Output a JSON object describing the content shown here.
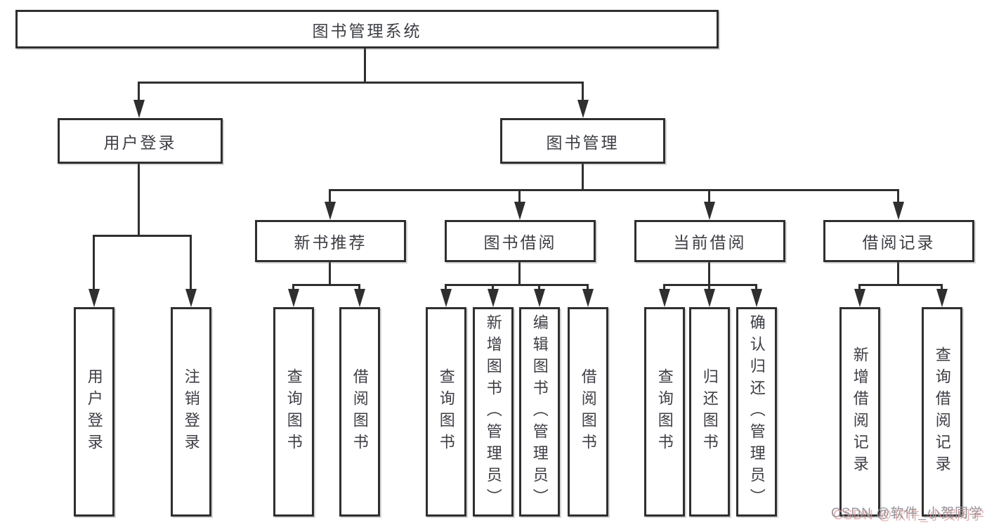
{
  "palette": {
    "line_color": "#2f2f2f",
    "text_color": "#3d3e44",
    "background": "#ffffff",
    "watermark_color": "#97979d",
    "watermark_shadow": "#e09696"
  },
  "nodes": {
    "root": "图书管理系统",
    "user_login": "用户登录",
    "book_mgmt": "图书管理",
    "new_books": "新书推荐",
    "book_borrow": "图书借阅",
    "current_borrow": "当前借阅",
    "borrow_records": "借阅记录",
    "leaves": {
      "user_login": [
        "用户登录",
        "注销登录"
      ],
      "new_books": [
        "查询图书",
        "借阅图书"
      ],
      "book_borrow": [
        "查询图书",
        "新增图书（管理员）",
        "编辑图书（管理员）",
        "借阅图书"
      ],
      "current_borrow": [
        "查询图书",
        "归还图书",
        "确认归还（管理员）"
      ],
      "borrow_records": [
        "新增借阅记录",
        "查询借阅记录"
      ]
    }
  },
  "watermark": "CSDN @软件_小贺同学"
}
